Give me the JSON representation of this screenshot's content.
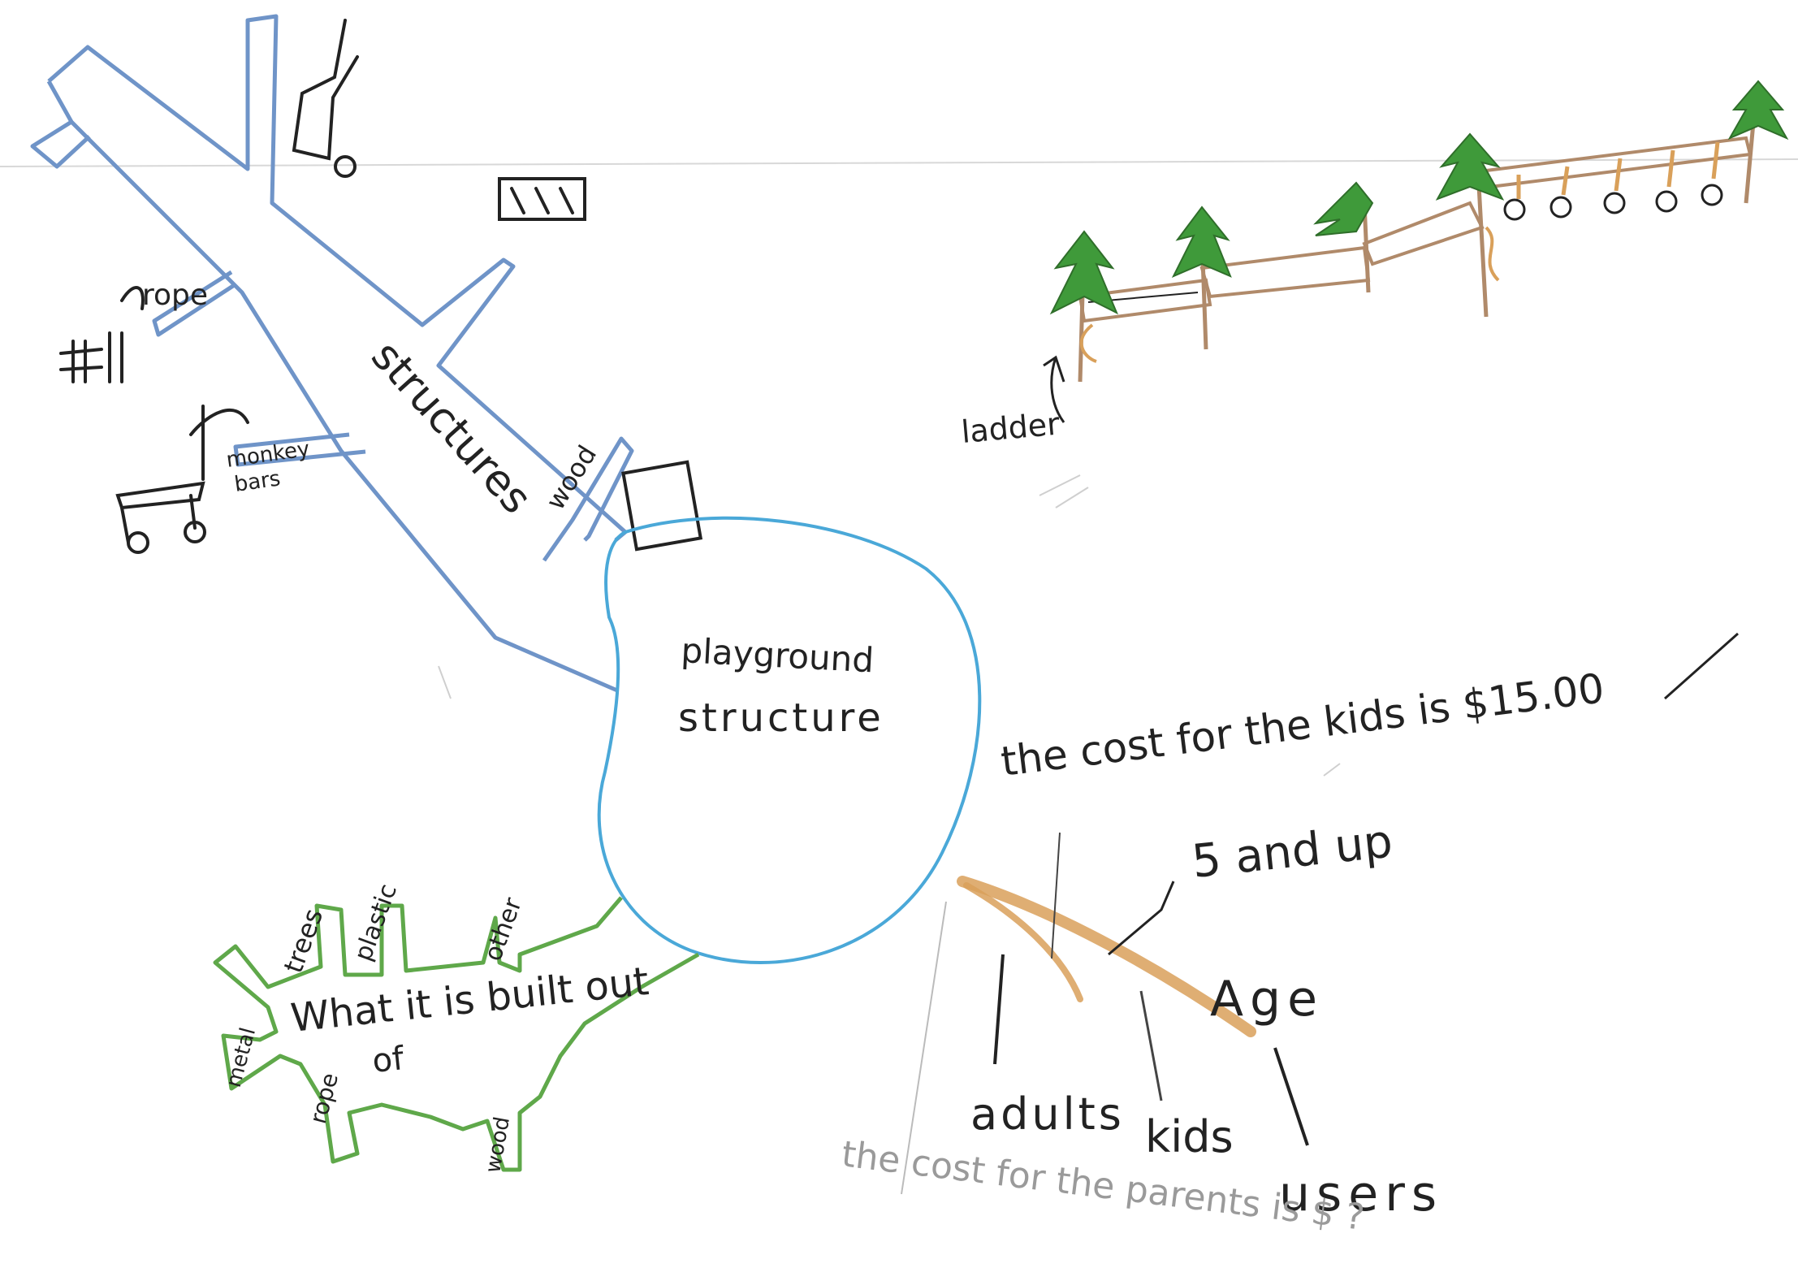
{
  "center": {
    "line1": "playground",
    "line2": "structure"
  },
  "structures_branch": {
    "label": "structures",
    "sub_rope": "rope",
    "sub_monkey_line1": "monkey",
    "sub_monkey_line2": "bars",
    "sub_wood": "wood"
  },
  "built_branch": {
    "label_line1": "What it is built out",
    "label_line2": "of",
    "sub_trees": "trees",
    "sub_plastic": "plastic",
    "sub_other": "other",
    "sub_metal": "metal",
    "sub_rope": "rope",
    "sub_wood": "wood"
  },
  "cost_kids": "the cost for the kids is $15.00",
  "age_branch": {
    "label": "Age",
    "five_up": "5 and up",
    "adults": "adults",
    "kids": "kids",
    "users": "users"
  },
  "cost_parents": "the cost for the parents is $ ?",
  "drawing": {
    "ladder_label": "ladder"
  },
  "colors": {
    "blue": "#6f94c8",
    "green": "#5fa84a",
    "cyan": "#4aa8d8",
    "orange": "#d9a05a",
    "tree": "#3f9a3a",
    "brown": "#b08a6a",
    "ink": "#222222",
    "pencil": "#9a9a9a"
  }
}
